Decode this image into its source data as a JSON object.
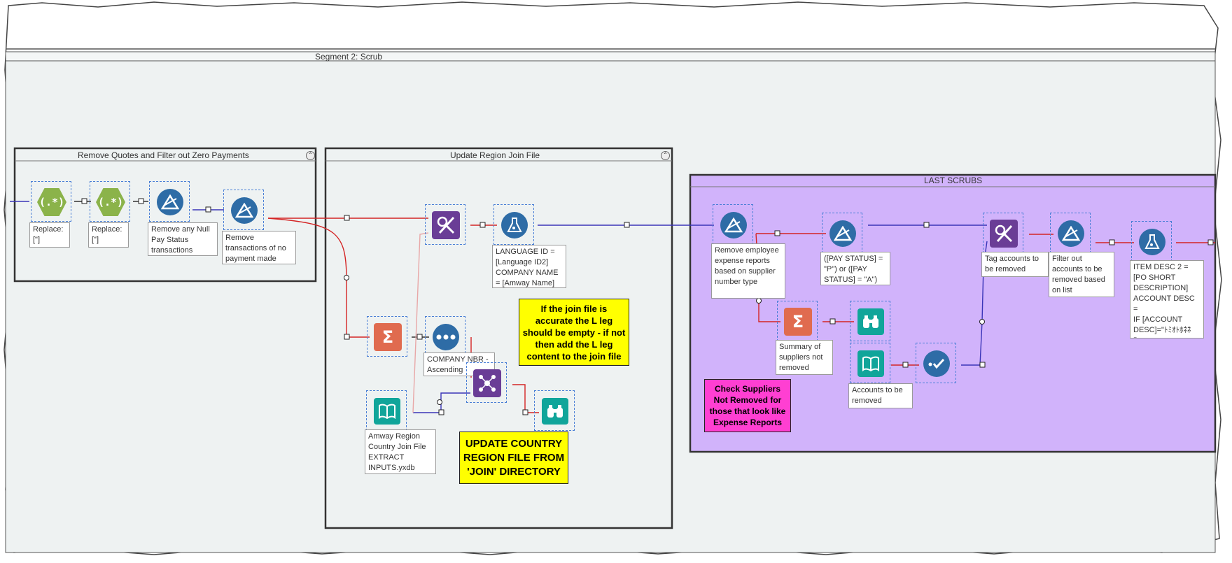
{
  "segment": {
    "title": "Segment 2: Scrub"
  },
  "containers": {
    "remove_quotes": {
      "title": "Remove Quotes and Filter out Zero Payments",
      "collapse_icon": "collapse-icon"
    },
    "update_region": {
      "title": "Update Region Join File",
      "collapse_icon": "collapse-icon"
    },
    "last_scrubs": {
      "title": "LAST SCRUBS"
    }
  },
  "tools": {
    "regex1": {
      "icon": "regex-icon",
      "glyph": "(.*)",
      "annotation": "Replace:\n[\"]"
    },
    "regex2": {
      "icon": "regex-icon",
      "glyph": "(.*)",
      "annotation": "Replace:\n[\"]"
    },
    "filter_null": {
      "icon": "filter-icon",
      "annotation": "Remove any Null\nPay Status\ntransactions"
    },
    "filter_zero": {
      "icon": "filter-icon",
      "annotation": "Remove\ntransactions of no\npayment made"
    },
    "join_lang": {
      "icon": "join-icon"
    },
    "formula_lang": {
      "icon": "formula-icon",
      "annotation": "LANGUAGE ID =\n[Language ID2]\nCOMPANY NAME\n= [Amway Name]"
    },
    "summarize_region": {
      "icon": "summarize-icon",
      "glyph": "Σ"
    },
    "sort_company": {
      "icon": "sort-icon",
      "annotation": "COMPANY NBR -\nAscending"
    },
    "union_region": {
      "icon": "union-icon"
    },
    "input_region": {
      "icon": "input-book-icon",
      "annotation": "Amway Region\nCountry Join File\nEXTRACT\nINPUTS.yxdb"
    },
    "browse_region": {
      "icon": "browse-binoculars-icon"
    },
    "filter_employee": {
      "icon": "filter-icon",
      "annotation": "Remove employee\nexpense reports\nbased on supplier\nnumber type"
    },
    "filter_paystatus": {
      "icon": "filter-icon",
      "annotation": "([PAY STATUS] =\n\"P\") or ([PAY\nSTATUS] = \"A\")"
    },
    "summarize_suppliers": {
      "icon": "summarize-icon",
      "glyph": "Σ",
      "annotation": "Summary of\nsuppliers not\nremoved"
    },
    "browse_suppliers": {
      "icon": "browse-binoculars-icon"
    },
    "input_accounts": {
      "icon": "input-book-icon",
      "annotation": "Accounts to be\nremoved"
    },
    "unique_accounts": {
      "icon": "unique-icon"
    },
    "join_tag": {
      "icon": "join-icon",
      "annotation": "Tag accounts to\nbe removed"
    },
    "filter_accounts": {
      "icon": "filter-icon",
      "annotation": "Filter out\naccounts to be\nremoved based\non list"
    },
    "formula_item": {
      "icon": "formula-icon",
      "annotation": "ITEM DESC 2 =\n[PO SHORT\nDESCRIPTION]\nACCOUNT DESC =\nIF [ACCOUNT\nDESC]=\"ﾄﾐｵﾄﾎﾈﾈ\nﾓ..."
    }
  },
  "comments": {
    "join_note": {
      "text": "If the join file is\naccurate the L leg\nshould be empty - if not\nthen add the L leg\ncontent to the join file",
      "bg": "#ffff00"
    },
    "update_country": {
      "text": "UPDATE COUNTRY\nREGION FILE FROM\n'JOIN' DIRECTORY",
      "bg": "#ffff00"
    },
    "check_suppliers": {
      "text": "Check Suppliers\nNot Removed for\nthose that look like\nExpense Reports",
      "bg": "#ff3fd2"
    }
  },
  "colors": {
    "canvas_bg": "#eef2f2",
    "last_scrubs_bg": "#d1b3fb",
    "filter": "#2e6ca6",
    "join": "#6a3d96",
    "summarize": "#e06b4f",
    "input_browse": "#10a59a",
    "regex": "#8bb34a",
    "wire_red": "#d42424",
    "wire_blue": "#3a35b8"
  }
}
